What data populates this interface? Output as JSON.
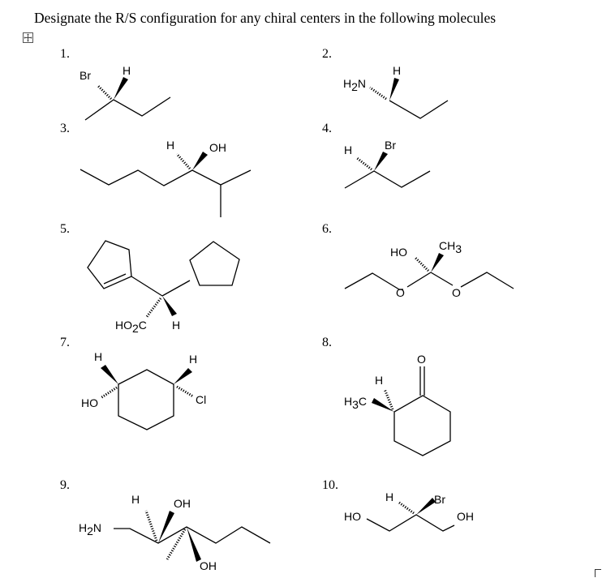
{
  "question": {
    "title": "Designate the R/S configuration for any chiral centers in the following molecules"
  },
  "problems": [
    {
      "number": "1.",
      "labels": {
        "br": "Br",
        "h": "H"
      }
    },
    {
      "number": "2.",
      "labels": {
        "h2n": "H2N",
        "h": "H"
      }
    },
    {
      "number": "3.",
      "labels": {
        "h": "H",
        "oh": "OH"
      }
    },
    {
      "number": "4.",
      "labels": {
        "h": "H",
        "br": "Br"
      }
    },
    {
      "number": "5.",
      "labels": {
        "ho2c": "HO2C",
        "h": "H"
      }
    },
    {
      "number": "6.",
      "labels": {
        "ho": "HO",
        "ch3": "CH3",
        "o1": "O",
        "o2": "O"
      }
    },
    {
      "number": "7.",
      "labels": {
        "h1": "H",
        "ho": "HO",
        "h2": "H",
        "cl": "Cl"
      }
    },
    {
      "number": "8.",
      "labels": {
        "o": "O",
        "h": "H",
        "h3c": "H3C"
      }
    },
    {
      "number": "9.",
      "labels": {
        "h2n": "H2N",
        "h": "H",
        "oh1": "OH",
        "oh2": "OH"
      }
    },
    {
      "number": "10.",
      "labels": {
        "ho": "HO",
        "h": "H",
        "br": "Br",
        "oh": "OH"
      }
    }
  ]
}
